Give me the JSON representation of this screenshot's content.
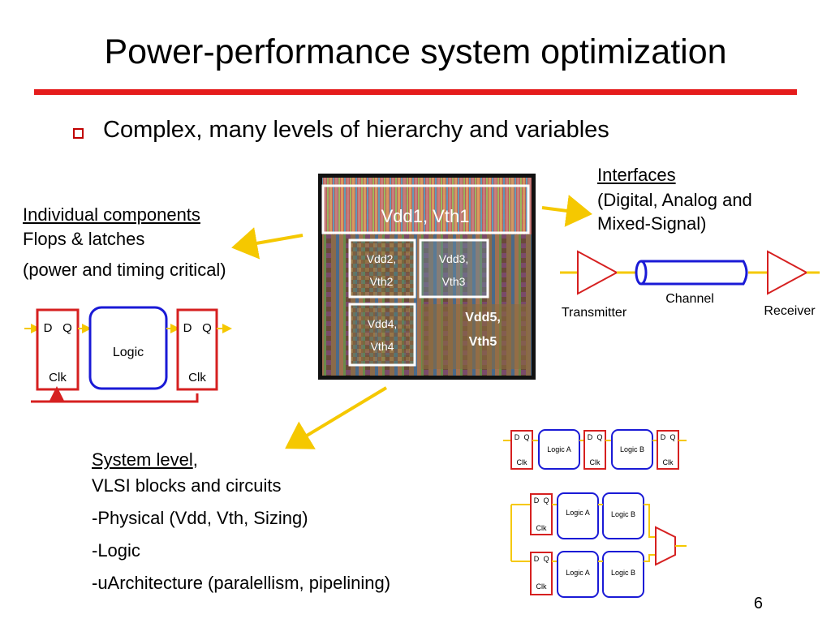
{
  "slide": {
    "title": "Power-performance system optimization",
    "bullet": "Complex, many levels of hierarchy and variables",
    "page_number": "6",
    "colors": {
      "accent_red": "#e51c1c",
      "arrow_yellow": "#f5c800",
      "logic_blue": "#1a1ad6",
      "flop_red": "#d62020"
    }
  },
  "components": {
    "heading": "Individual components",
    "line1": "Flops & latches",
    "line2": "(power and timing critical)",
    "flop_d": "D",
    "flop_q": "Q",
    "flop_clk": "Clk",
    "logic": "Logic"
  },
  "chip": {
    "region1": "Vdd1, Vth1",
    "region2a": "Vdd2,",
    "region2b": "Vth2",
    "region3a": "Vdd3,",
    "region3b": "Vth3",
    "region4a": "Vdd4,",
    "region4b": "Vth4",
    "region5a": "Vdd5,",
    "region5b": "Vth5"
  },
  "interfaces": {
    "heading": "Interfaces",
    "line1": "(Digital, Analog and",
    "line2": "Mixed-Signal)",
    "transmitter": "Transmitter",
    "channel": "Channel",
    "receiver": "Receiver"
  },
  "system": {
    "heading": "System level",
    "heading_suffix": ",",
    "line1": "VLSI blocks and circuits",
    "line2": "-Physical (Vdd, Vth, Sizing)",
    "line3": "-Logic",
    "line4": "-uArchitecture (paralellism, pipelining)",
    "logic_a": "Logic A",
    "logic_b": "Logic B",
    "flop_d": "D",
    "flop_q": "Q",
    "flop_clk": "Clk"
  }
}
